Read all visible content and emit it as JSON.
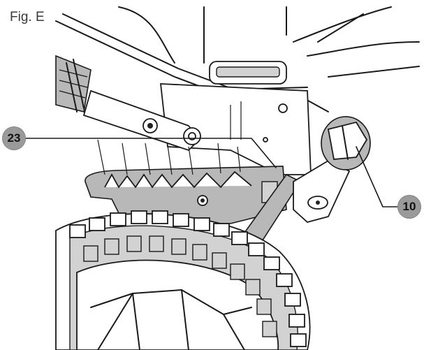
{
  "figure": {
    "label": "Fig. E"
  },
  "callouts": [
    {
      "number": "23"
    },
    {
      "number": "10"
    }
  ]
}
